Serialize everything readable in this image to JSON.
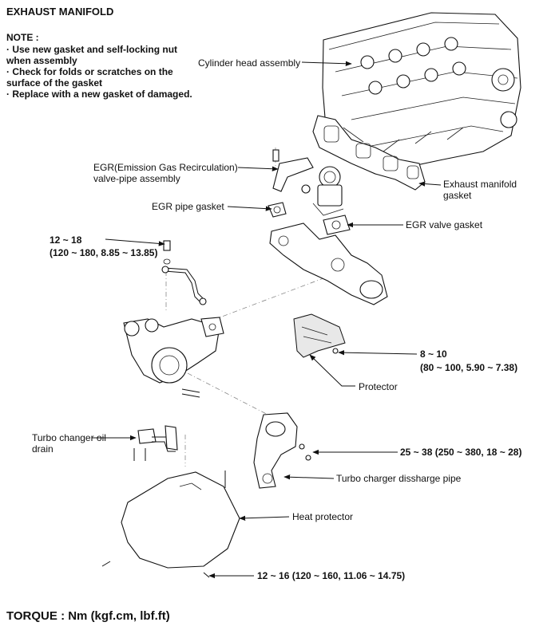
{
  "header": {
    "title": "EXHAUST MANIFOLD"
  },
  "note": {
    "heading": "NOTE :",
    "lines": [
      "· Use new gasket and self-locking nut",
      "   when assembly",
      "· Check for folds or scratches on the",
      "  surface of the gasket",
      "· Replace with a new gasket of damaged."
    ]
  },
  "labels": {
    "cylinder_head": "Cylinder head assembly",
    "egr_valve_pipe_1": "EGR(Emission Gas Recirculation)",
    "egr_valve_pipe_2": "valve-pipe assembly",
    "exhaust_gasket_1": "Exhaust manifold",
    "exhaust_gasket_2": "gasket",
    "egr_pipe_gasket": "EGR pipe gasket",
    "egr_valve_gasket": "EGR valve gasket",
    "protector": "Protector",
    "turbo_oil_drain_1": "Turbo changer oil",
    "turbo_oil_drain_2": "drain",
    "turbo_discharge_pipe": "Turbo charger dissharge pipe",
    "heat_protector": "Heat protector"
  },
  "torques": {
    "oil_feed_1": "12 ~ 18",
    "oil_feed_2": "(120 ~ 180, 8.85 ~ 13.85)",
    "protector_1": "8 ~ 10",
    "protector_2": "(80 ~ 100, 5.90 ~ 7.38)",
    "discharge_nuts": "25 ~ 38 (250 ~ 380, 18 ~ 28)",
    "heat_protector_bolts": "12 ~ 16 (120 ~ 160, 11.06 ~ 14.75)"
  },
  "footer": {
    "torque_units": "TORQUE : Nm (kgf.cm, lbf.ft)"
  }
}
